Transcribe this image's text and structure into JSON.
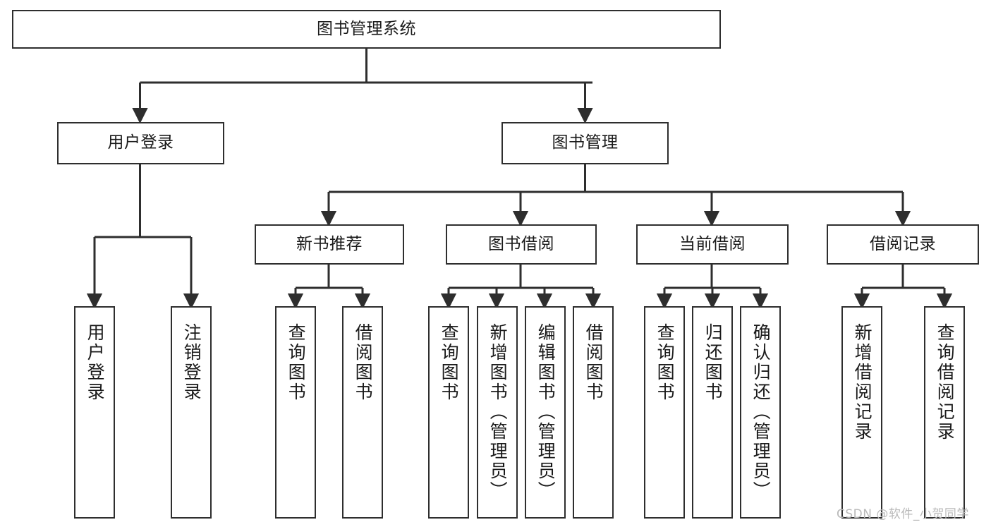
{
  "diagram": {
    "title": "图书管理系统",
    "type": "tree-structure-chart",
    "colors": {
      "node_border": "#2e2e2e",
      "node_fill": "#ffffff",
      "edge": "#2e2e2e",
      "text": "#1a1a1a",
      "watermark": "#b9b9b9",
      "background": "#ffffff"
    },
    "nodes": {
      "root": {
        "label": "图书管理系统"
      },
      "level2": [
        {
          "id": "user_login",
          "label": "用户登录"
        },
        {
          "id": "book_manage",
          "label": "图书管理"
        }
      ],
      "level3": [
        {
          "id": "new_book_rec",
          "label": "新书推荐"
        },
        {
          "id": "book_borrow",
          "label": "图书借阅"
        },
        {
          "id": "current_borrow",
          "label": "当前借阅"
        },
        {
          "id": "borrow_record",
          "label": "借阅记录"
        }
      ],
      "leaves": {
        "user_login": [
          {
            "id": "leaf_user_login",
            "label": "用户登录"
          },
          {
            "id": "leaf_logout",
            "label": "注销登录"
          }
        ],
        "new_book_rec": [
          {
            "id": "leaf_query_book_1",
            "label": "查询图书"
          },
          {
            "id": "leaf_borrow_book_1",
            "label": "借阅图书"
          }
        ],
        "book_borrow": [
          {
            "id": "leaf_query_book_2",
            "label": "查询图书"
          },
          {
            "id": "leaf_add_book",
            "label": "新增图书（管理员）"
          },
          {
            "id": "leaf_edit_book",
            "label": "编辑图书（管理员）"
          },
          {
            "id": "leaf_borrow_book_2",
            "label": "借阅图书"
          }
        ],
        "current_borrow": [
          {
            "id": "leaf_query_book_3",
            "label": "查询图书"
          },
          {
            "id": "leaf_return_book",
            "label": "归还图书"
          },
          {
            "id": "leaf_confirm_return",
            "label": "确认归还（管理员）"
          }
        ],
        "borrow_record": [
          {
            "id": "leaf_add_record",
            "label": "新增借阅记录"
          },
          {
            "id": "leaf_query_record",
            "label": "查询借阅记录"
          }
        ]
      }
    },
    "watermark": "CSDN @软件_小贺同学"
  }
}
